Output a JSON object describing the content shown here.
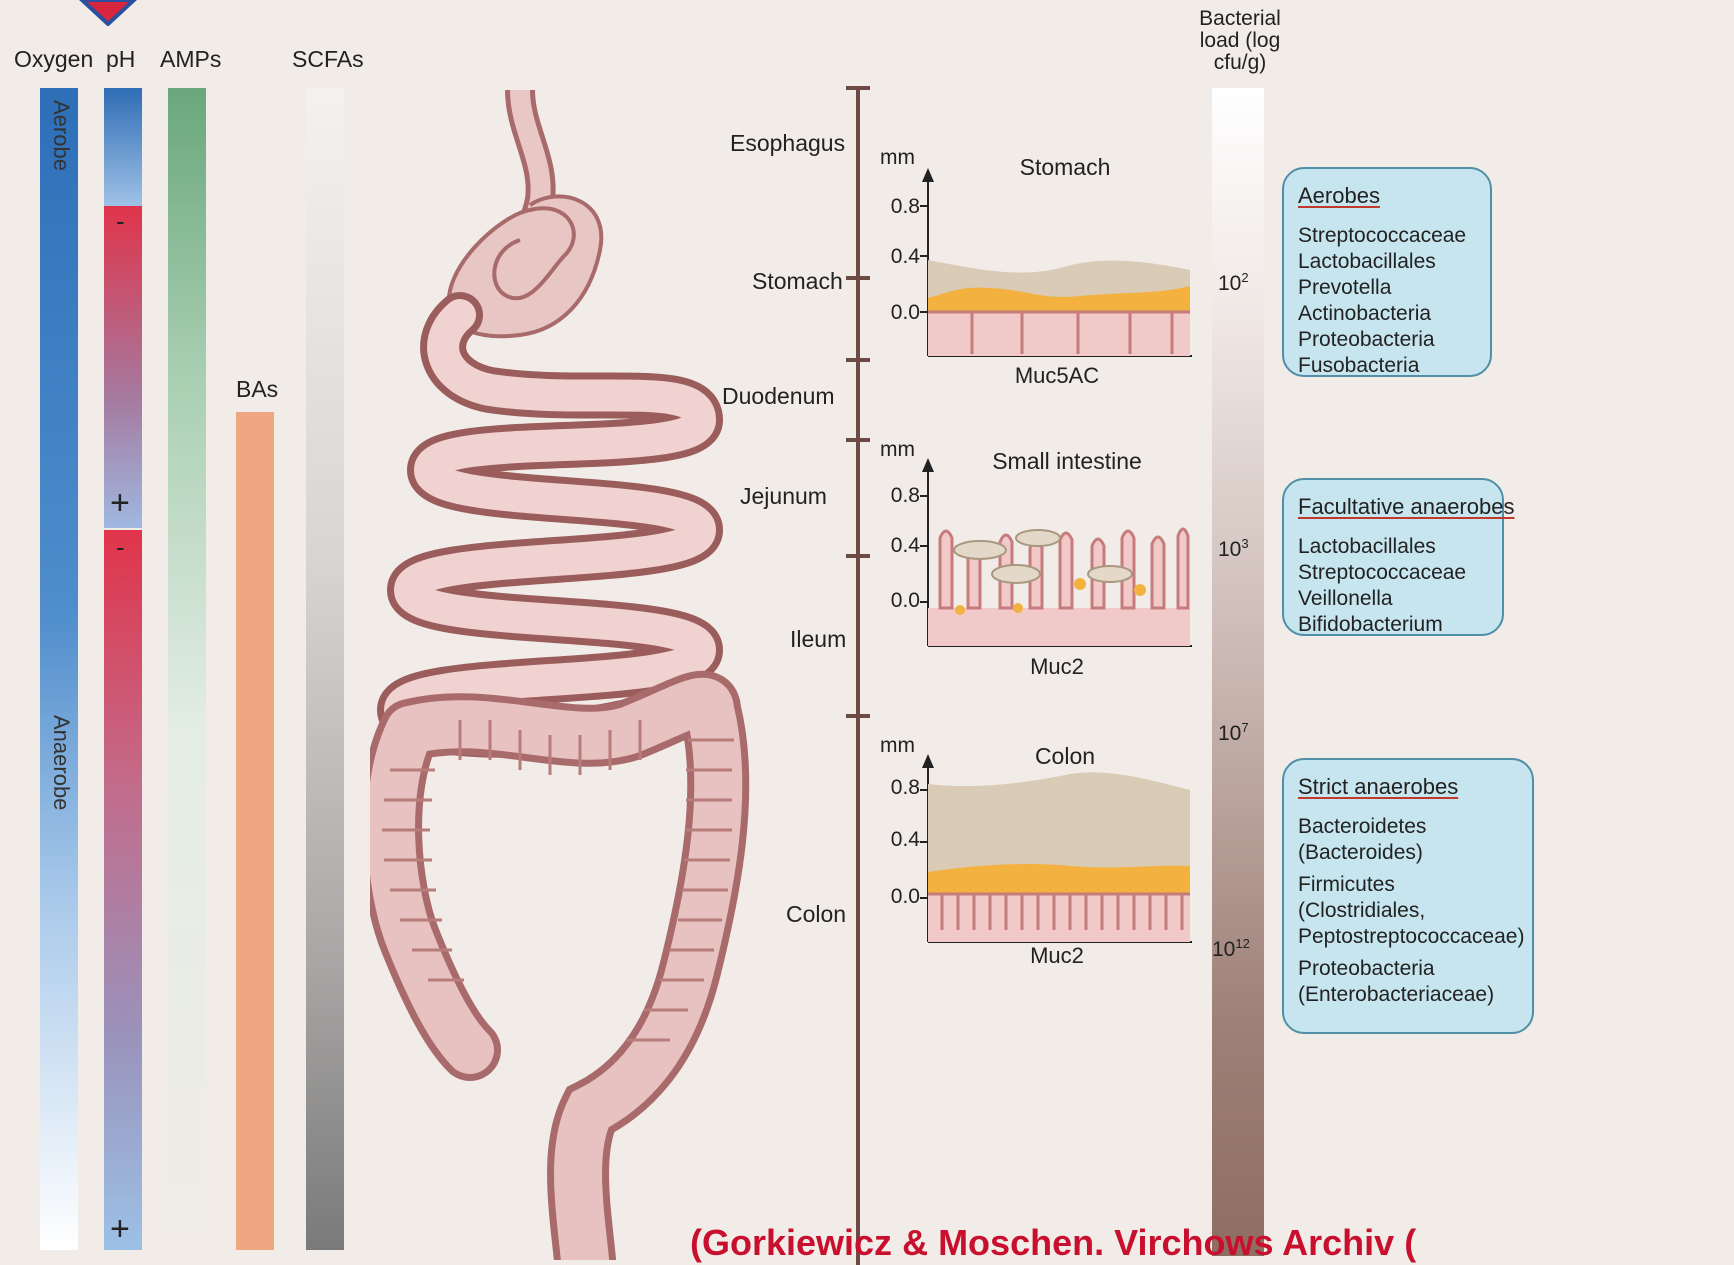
{
  "gradient_headers": {
    "oxygen": "Oxygen",
    "ph": "pH",
    "amps": "AMPs",
    "scfas": "SCFAs",
    "bas": "BAs",
    "bacterial_load": "Bacterial load (log cfu/g)"
  },
  "oxygen_bar": {
    "aerobe": "Aerobe",
    "anaerobe": "Anaerobe",
    "color_top": "#2d6fb8",
    "color_bottom": "#ffffff"
  },
  "ph_bar": {
    "minus_1": "-",
    "plus_1": "+",
    "minus_2": "-",
    "plus_2": "+"
  },
  "colors": {
    "ph_blue": "#2f6db5",
    "ph_red": "#e0344a",
    "amps_green": "#6aa77c",
    "bas_orange": "#f0a683",
    "scfas_gray": "#7a7a7a",
    "load_brown": "#8e6d62",
    "gut_pink": "#d9a3a0",
    "mucus_tan": "#d9cbb5",
    "mucus_orange": "#f3b240",
    "box_fill": "#c6e5ef",
    "citation_red": "#c8102e"
  },
  "gut_segments": [
    "Esophagus",
    "Stomach",
    "Duodenum",
    "Jejunum",
    "Ileum",
    "Colon"
  ],
  "panels": [
    {
      "title": "Stomach",
      "unit": "mm",
      "yticks": [
        "0.8",
        "0.4",
        "0.0"
      ],
      "mucin": "Muc5AC"
    },
    {
      "title": "Small intestine",
      "unit": "mm",
      "yticks": [
        "0.8",
        "0.4",
        "0.0"
      ],
      "mucin": "Muc2"
    },
    {
      "title": "Colon",
      "unit": "mm",
      "yticks": [
        "0.8",
        "0.4",
        "0.0"
      ],
      "mucin": "Muc2"
    }
  ],
  "load_values": [
    {
      "base": "10",
      "exp": "2"
    },
    {
      "base": "10",
      "exp": "3"
    },
    {
      "base": "10",
      "exp": "7"
    },
    {
      "base": "10",
      "exp": "12"
    }
  ],
  "boxes": [
    {
      "title": "Aerobes",
      "items": [
        "Streptococcaceae",
        "Lactobacillales",
        "Prevotella",
        "Actinobacteria",
        "Proteobacteria",
        "Fusobacteria"
      ]
    },
    {
      "title": "Facultative anaerobes",
      "items": [
        "Lactobacillales",
        "Streptococcaceae",
        "Veillonella",
        "Bifidobacterium"
      ]
    },
    {
      "title": "Strict anaerobes",
      "items": [
        "Bacteroidetes",
        "(Bacteroides)",
        "Firmicutes",
        "(Clostridiales,",
        "Peptostreptococcaceae)",
        "Proteobacteria",
        "(Enterobacteriaceae)"
      ]
    }
  ],
  "citation": "(Gorkiewicz & Moschen. Virchows Archiv ("
}
